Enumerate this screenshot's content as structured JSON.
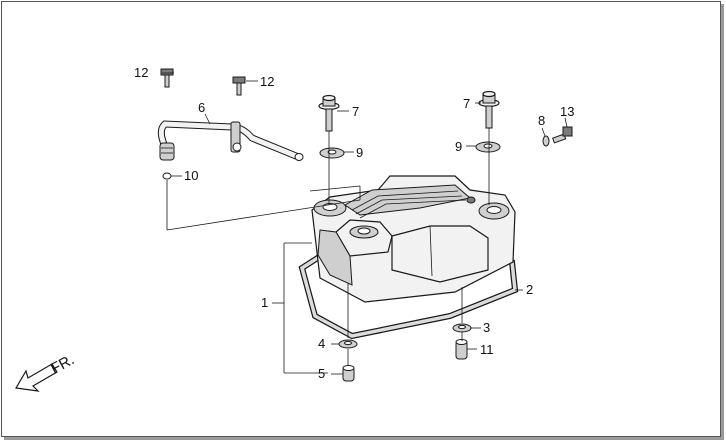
{
  "colors": {
    "line": "#1a1a1a",
    "part_fill": "#f2f2f2",
    "shade": "#c8c8c8",
    "dark": "#6a6a6a"
  },
  "direction_indicator": {
    "text": "FR.",
    "icon": "front-arrow-icon"
  },
  "callouts": {
    "c1": "1",
    "c2": "2",
    "c3": "3",
    "c4": "4",
    "c5": "5",
    "c6": "6",
    "c7a": "7",
    "c7b": "7",
    "c8": "8",
    "c9a": "9",
    "c9b": "9",
    "c10": "10",
    "c11": "11",
    "c12a": "12",
    "c12b": "12",
    "c13": "13"
  }
}
